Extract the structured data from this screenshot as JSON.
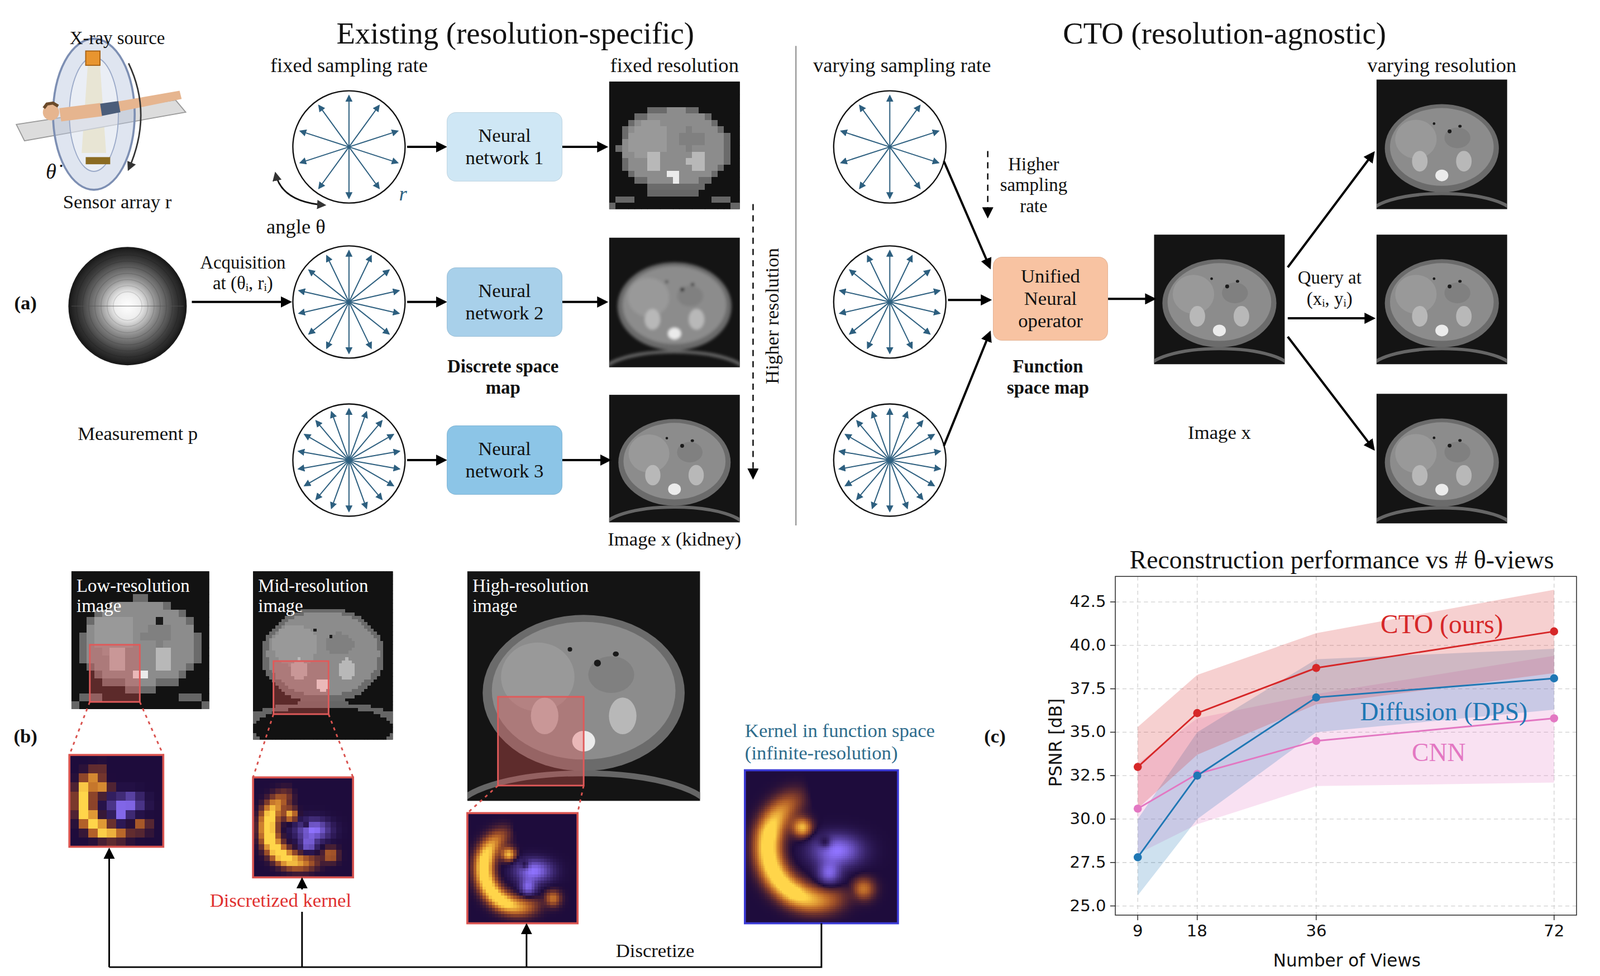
{
  "diagram": {
    "nodes": [
      {
        "text": [
          "Neural network 1"
        ]
      },
      {
        "text": [
          "Neural network 2"
        ]
      },
      {
        "text": [
          "Neural network 3"
        ]
      },
      {
        "text": [
          "Image x (kidney)"
        ]
      },
      {
        "text": [
          "Unified Neural operator"
        ]
      },
      {
        "text": [
          "Image x"
        ]
      },
      {
        "text": [
          "Low-resolution image"
        ]
      },
      {
        "text": [
          "Mid-resolution image"
        ]
      },
      {
        "text": [
          "High-resolution image"
        ]
      },
      {
        "text": [
          "Kernel in function space (infinite-resolution)"
        ]
      }
    ],
    "edges": [
      {
        "from": 2,
        "to": 3,
        "arrow": "to"
      },
      {
        "from": 4,
        "to": 5,
        "arrow": "to"
      }
    ],
    "labels": [
      "X-ray source",
      "θ̇",
      "Sensor array r",
      "(a)",
      "Measurement p",
      "Acquisition at (θᵢ, rᵢ)",
      "Existing (resolution-specific)",
      "fixed sampling rate",
      "fixed resolution",
      "angle θ",
      "r",
      "Discrete space map",
      "Higher resolution",
      "CTO (resolution-agnostic)",
      "varying sampling rate",
      "varying resolution",
      "Higher sampling rate",
      "Function space map",
      "Query at (xᵢ, yᵢ)",
      "(b)",
      "Discretized kernel",
      "Discretize",
      "(c)",
      "Reconstruction performance vs # θ-views",
      "PSNR [dB]",
      "Number of Views",
      "42.5",
      "40.0",
      "37.5",
      "35.0",
      "32.5",
      "30.0",
      "27.5",
      "25.0",
      "9",
      "18",
      "36",
      "72",
      "CTO (ours)",
      "Diffusion (DPS)",
      "CNN"
    ]
  }
}
